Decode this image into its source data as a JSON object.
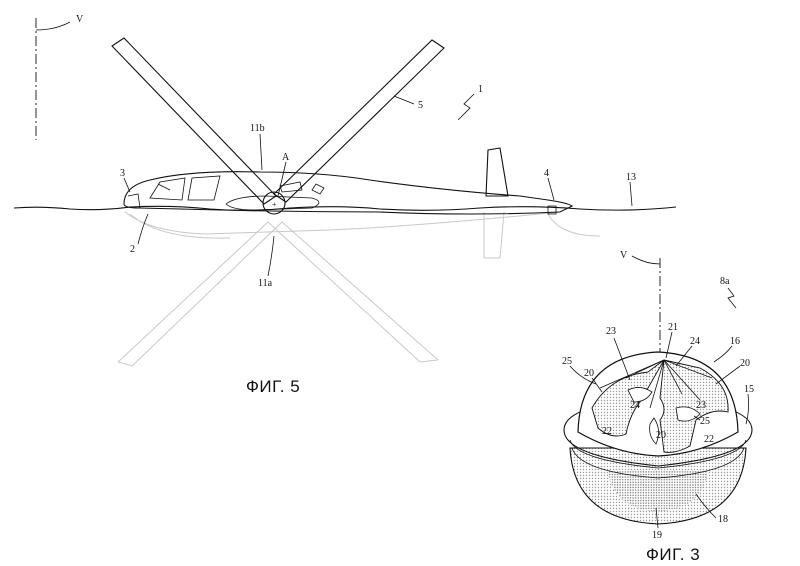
{
  "figures": {
    "fig5": {
      "caption": "ФИГ. 5"
    },
    "fig3": {
      "caption": "ФИГ. 3"
    }
  },
  "fig5_refs": {
    "axis_v": "V",
    "aircraft": "1",
    "rotor_blade": "5",
    "hub_top": "11b",
    "point_a": "A",
    "nose": "3",
    "float": "2",
    "tail": "4",
    "waterline": "13",
    "hub_bottom": "11a"
  },
  "fig3_refs": {
    "assembly": "8a",
    "axis_v": "V",
    "r21": "21",
    "r23a": "23",
    "r24a": "24",
    "r16": "16",
    "r20a": "20",
    "r20b": "20",
    "r25a": "25",
    "r24b": "24",
    "r23b": "23",
    "r15": "15",
    "r22a": "22",
    "r20c": "20",
    "r25b": "25",
    "r22b": "22",
    "r18": "18",
    "r19": "19"
  },
  "colors": {
    "line": "#111111",
    "ghost": "#c9c9c9",
    "shade": "#d8d8d8"
  }
}
